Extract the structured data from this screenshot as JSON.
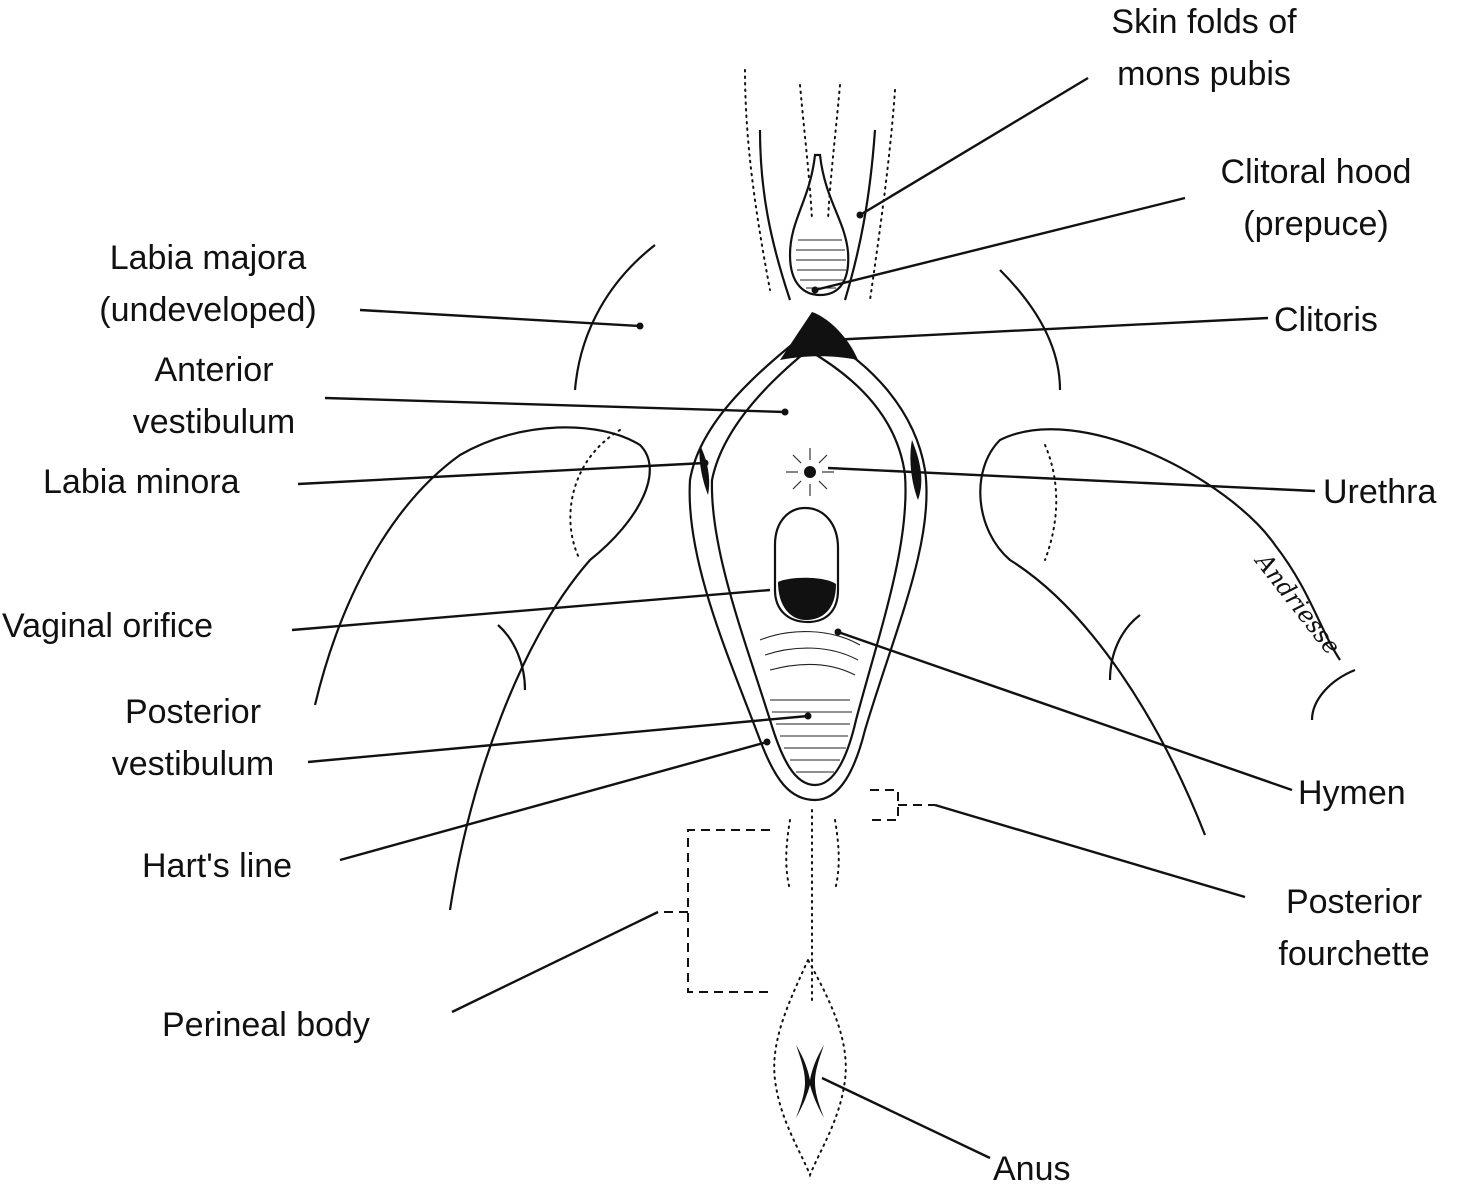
{
  "labels": {
    "skin_folds": [
      "Skin folds of",
      "mons pubis"
    ],
    "clitoral_hood": [
      "Clitoral hood",
      "(prepuce)"
    ],
    "labia_majora": [
      "Labia majora",
      "(undeveloped)"
    ],
    "clitoris": "Clitoris",
    "anterior_vestibulum": [
      "Anterior",
      "vestibulum"
    ],
    "labia_minora": "Labia minora",
    "urethra": "Urethra",
    "vaginal_orifice": "Vaginal orifice",
    "posterior_vestibulum": [
      "Posterior",
      "vestibulum"
    ],
    "hymen": "Hymen",
    "harts_line": "Hart's line",
    "posterior_fourchette": [
      "Posterior",
      "fourchette"
    ],
    "perineal_body": "Perineal body",
    "anus": "Anus"
  },
  "signature": "Andriesse",
  "colors": {
    "ink": "#111111",
    "background": "#ffffff"
  }
}
